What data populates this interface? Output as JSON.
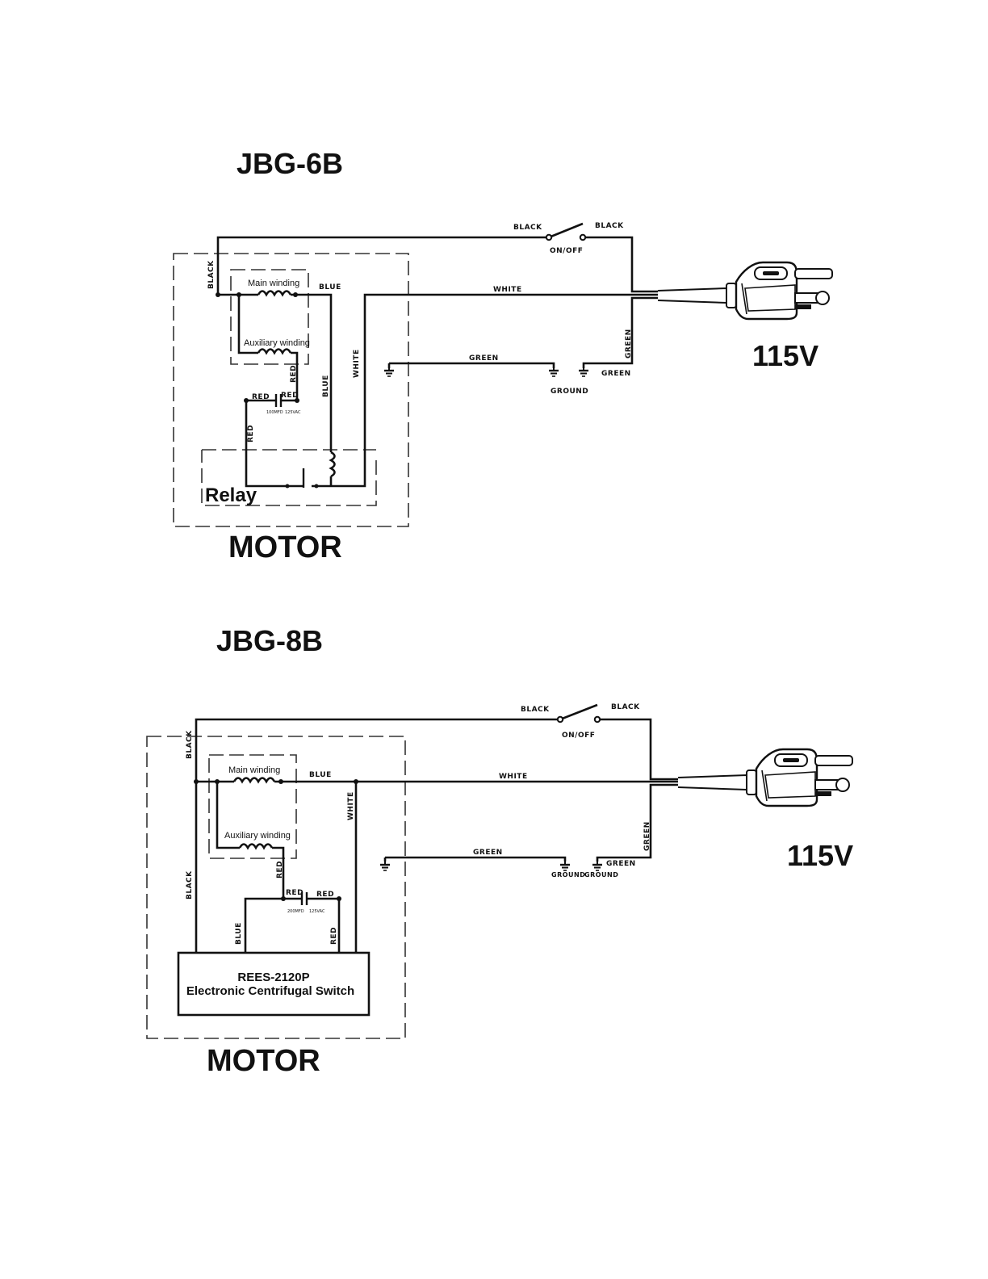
{
  "diagram_6b": {
    "title": "JBG-6B",
    "motor_label": "MOTOR",
    "voltage": "115V",
    "switch_label": "ON/OFF",
    "wire_black_left": "BLACK",
    "wire_black_right": "BLACK",
    "wire_black_motor": "BLACK",
    "wire_white": "WHITE",
    "wire_white_vertical": "WHITE",
    "wire_blue": "BLUE",
    "wire_blue_vertical": "BLUE",
    "wire_green": "GREEN",
    "wire_green_vertical": "GREEN",
    "wire_green_plug": "GREEN",
    "wire_red_vertical": "RED",
    "wire_red_left": "RED",
    "wire_red_right": "RED",
    "wire_red_down": "RED",
    "ground_label": "GROUND",
    "main_winding": "Main winding",
    "aux_winding": "Auxiliary winding",
    "cap_value": "100MFD",
    "cap_voltage": "125VAC",
    "relay_label": "Relay"
  },
  "diagram_8b": {
    "title": "JBG-8B",
    "motor_label": "MOTOR",
    "voltage": "115V",
    "switch_label": "ON/OFF",
    "wire_black_left": "BLACK",
    "wire_black_right": "BLACK",
    "wire_black_top": "BLACK",
    "wire_black_down": "BLACK",
    "wire_white": "WHITE",
    "wire_white_vertical": "WHITE",
    "wire_blue": "BLUE",
    "wire_blue_down": "BLUE",
    "wire_green": "GREEN",
    "wire_green_vertical": "GREEN",
    "wire_green_plug": "GREEN",
    "wire_red_vertical": "RED",
    "wire_red_left": "RED",
    "wire_red_right": "RED",
    "wire_red_down": "RED",
    "ground_label_1": "GROUND",
    "ground_label_2": "GROUND",
    "main_winding": "Main winding",
    "aux_winding": "Auxiliary winding",
    "cap_value": "200MFD",
    "cap_voltage": "125VAC",
    "switch_box_line1": "REES-2120P",
    "switch_box_line2": "Electronic Centrifugal Switch"
  }
}
